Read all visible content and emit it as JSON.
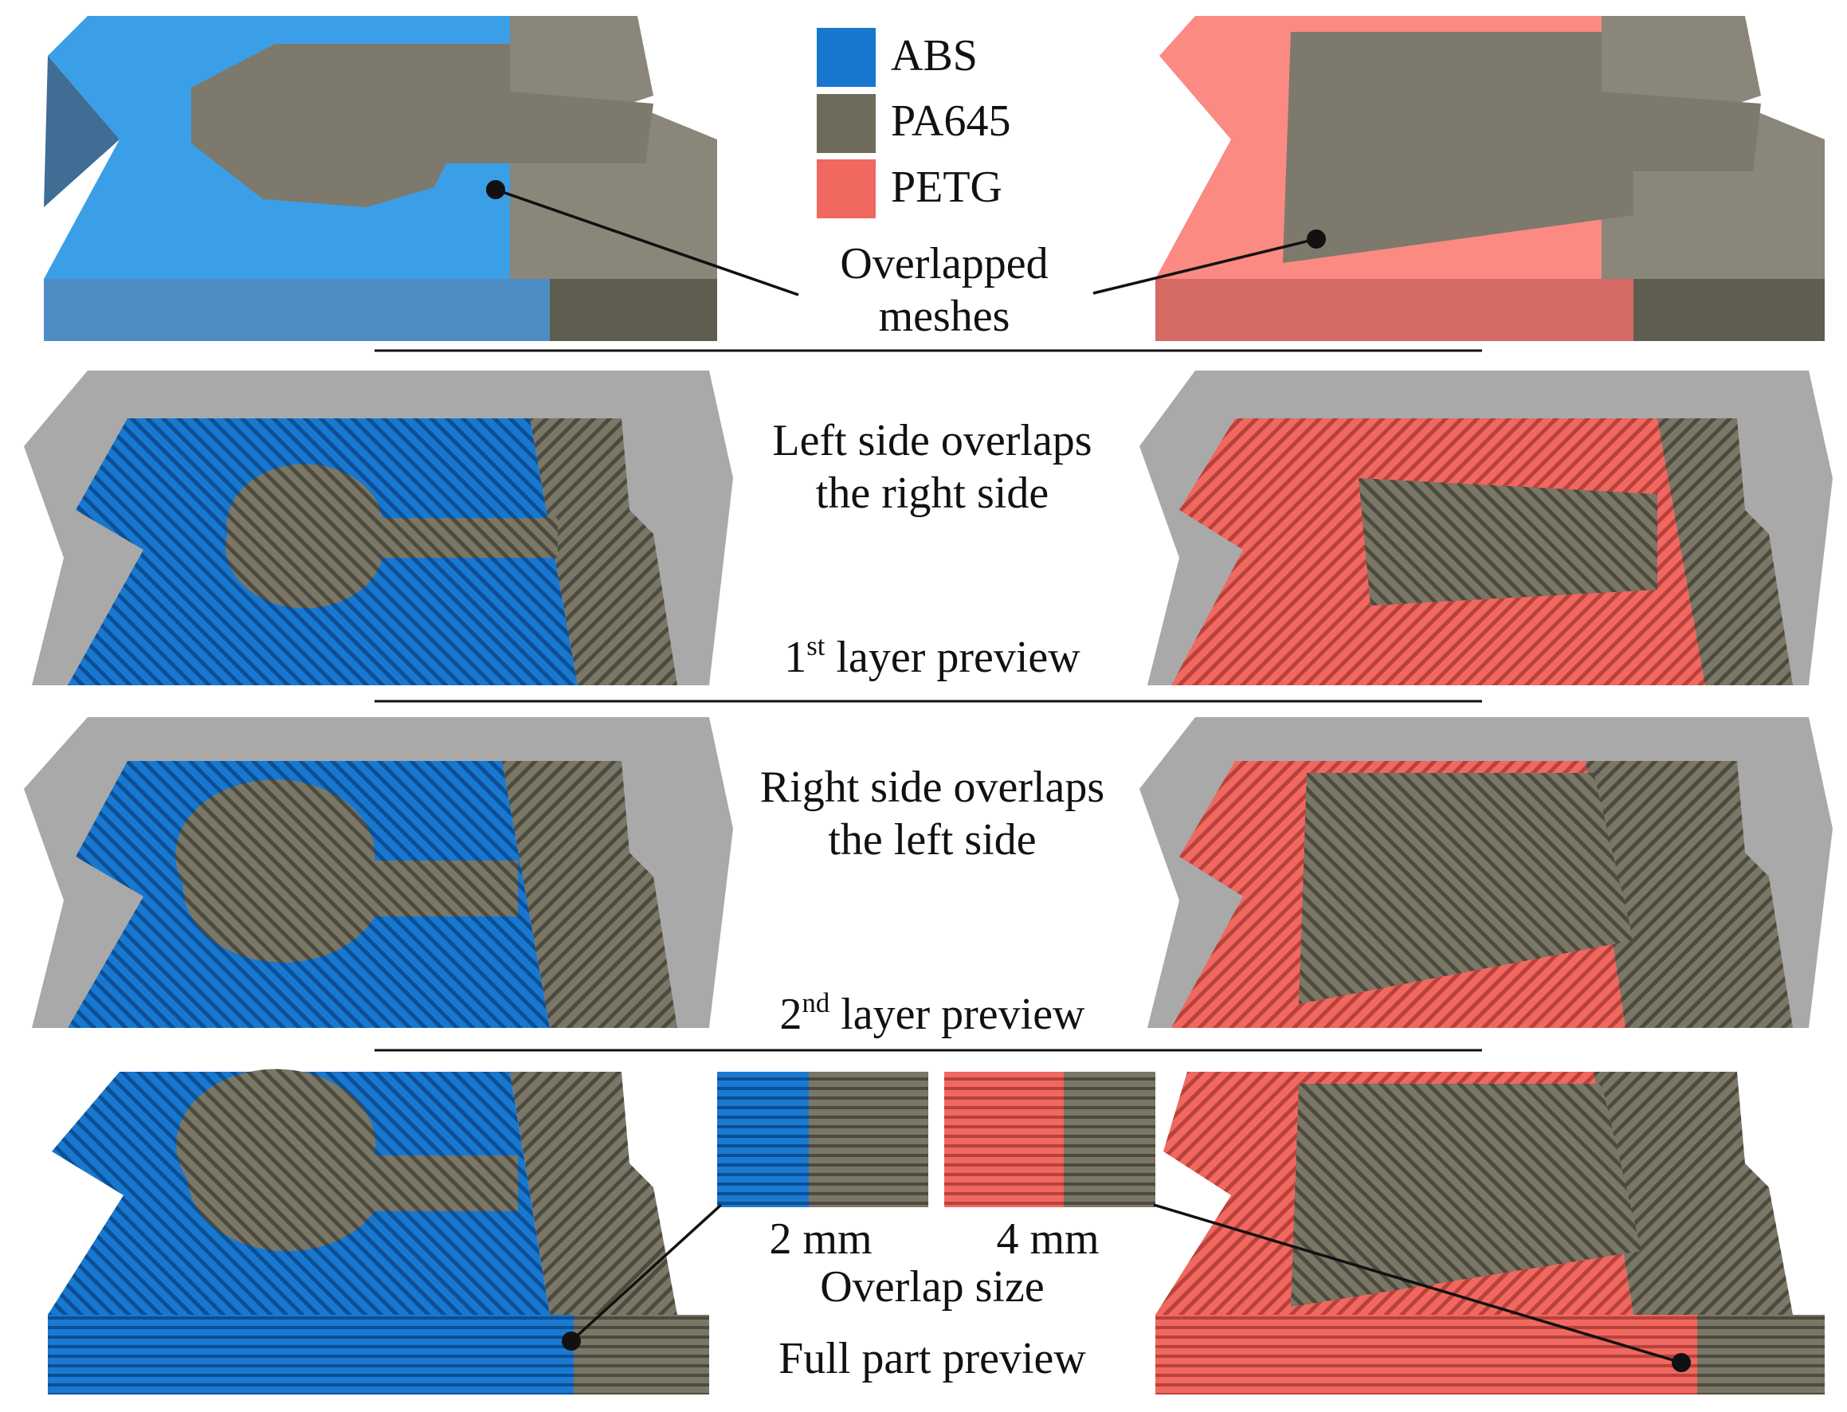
{
  "colors": {
    "abs": "#1878d0",
    "abs_mesh": "#3b9fe8",
    "pa645": "#6e6b5c",
    "pa645_mesh": "#8a867a",
    "petg": "#f0685f",
    "petg_mesh": "#fa8a82",
    "shadow": "#a9a9a9",
    "line": "#111111"
  },
  "legend": [
    {
      "label": "ABS",
      "color_key": "abs"
    },
    {
      "label": "PA645",
      "color_key": "pa645"
    },
    {
      "label": "PETG",
      "color_key": "petg"
    }
  ],
  "rows": {
    "mesh": {
      "caption_line1": "Overlapped",
      "caption_line2": "meshes"
    },
    "layer1": {
      "caption_line1": "Left side overlaps",
      "caption_line2": "the right side",
      "preview_number": "1",
      "preview_sup": "st",
      "preview_text": " layer preview"
    },
    "layer2": {
      "caption_line1": "Right side overlaps",
      "caption_line2": "the left side",
      "preview_number": "2",
      "preview_sup": "nd",
      "preview_text": " layer preview"
    },
    "full": {
      "detail_left_label": "2 mm",
      "detail_right_label": "4 mm",
      "overlap_caption": "Overlap size",
      "preview_caption": "Full part preview"
    }
  }
}
